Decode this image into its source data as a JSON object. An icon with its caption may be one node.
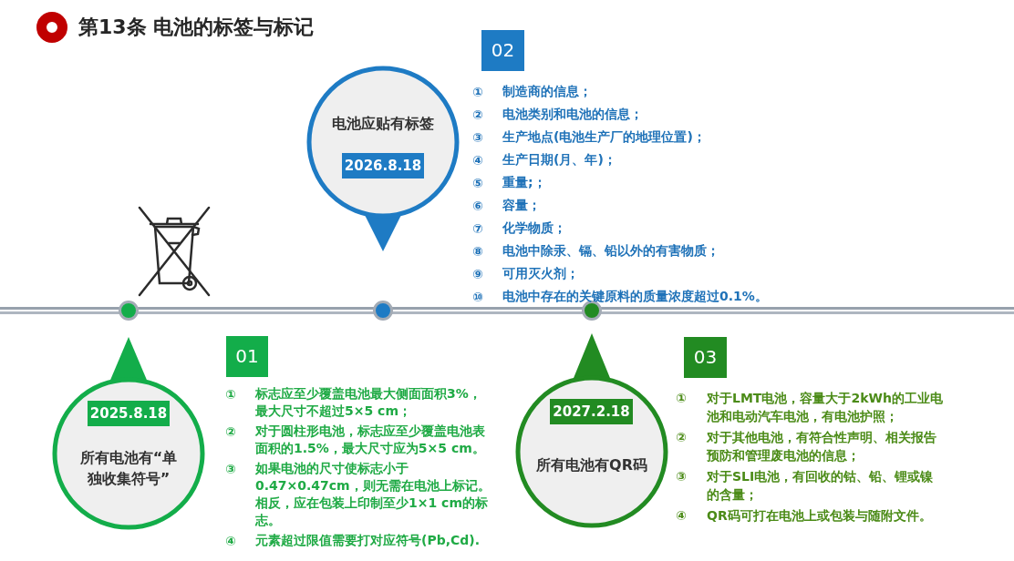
{
  "diagram": {
    "title": "第13条 电池的标签与标记",
    "nodes": [
      {
        "text": [
          "所有电池有“单独收集符号”"
        ]
      },
      {
        "text": [
          "2025.8.18"
        ],
        "in": 0
      },
      {
        "text": [
          "01"
        ]
      },
      {
        "text": [
          "电池应贴有标签"
        ]
      },
      {
        "text": [
          "2026.8.18"
        ],
        "in": 3
      },
      {
        "text": [
          "02"
        ]
      },
      {
        "text": [
          "所有电池有QR码"
        ]
      },
      {
        "text": [
          "2027.2.18"
        ],
        "in": 6
      },
      {
        "text": [
          "03"
        ]
      }
    ],
    "labels": [
      "①",
      "标志应至少覆盖电池最大侧面面积3%，最大尺寸不超过5×5 cm；",
      "②",
      "对于圆柱形电池，标志应至少覆盖电池表面积的1.5%，最大尺寸应为5×5 cm。",
      "③",
      "如果电池的尺寸使标志小于0.47×0.47cm，则无需在电池上标记。相反，应在包装上印制至少1×1 cm的标志。",
      "④",
      "元素超过限值需要打对应符号(Pb,Cd).",
      "①",
      "制造商的信息；",
      "②",
      "电池类别和电池的信息；",
      "③",
      "生产地点(电池生产厂的地理位置)；",
      "④",
      "生产日期(月、年)；",
      "⑤",
      "重量;；",
      "⑥",
      "容量；",
      "⑦",
      "化学物质；",
      "⑧",
      "电池中除汞、镉、铅以外的有害物质；",
      "⑨",
      "可用灭火剂；",
      "⑩",
      "电池中存在的关键原料的质量浓度超过0.1%。",
      "①",
      "对于LMT电池，容量大于2kWh的工业电池和电动汽车电池，有电池护照；",
      "②",
      "对于其他电池，有符合性声明、相关报告预防和管理废电池的信息；",
      "③",
      "对于SLI电池，有回收的钴、铅、锂或镍的含量；",
      "④",
      "QR码可打在电池上或包装与随附文件。"
    ]
  }
}
